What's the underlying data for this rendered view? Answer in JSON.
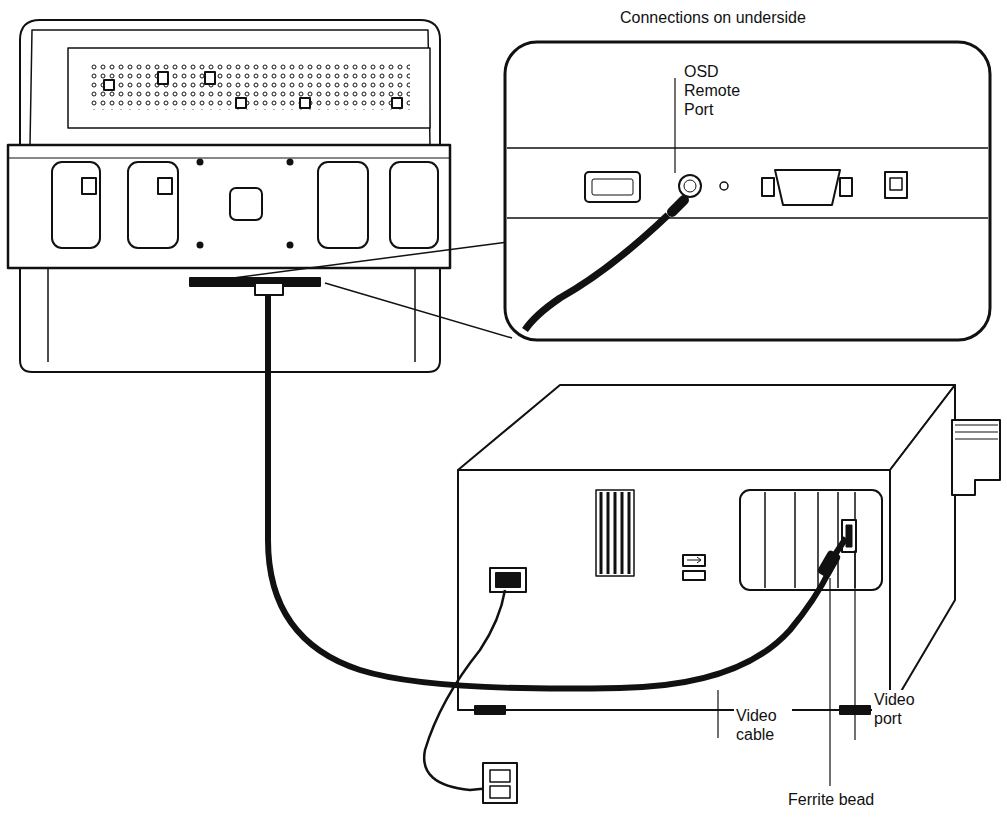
{
  "diagram": {
    "labels": [
      "Connections on underside",
      "OSD Remote Port",
      "Video cable",
      "Video port",
      "Ferrite bead"
    ]
  }
}
